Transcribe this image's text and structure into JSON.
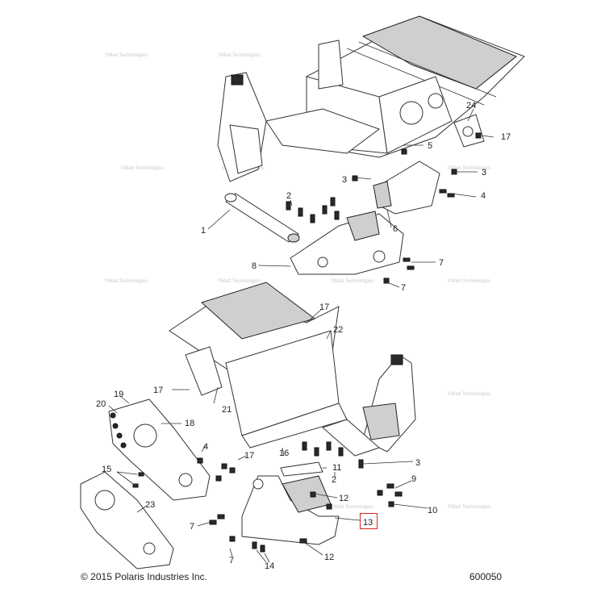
{
  "footer": {
    "copyright": "© 2015 Polaris Industries Inc.",
    "doc_number": "600050"
  },
  "watermark": "©Mart Technologies",
  "callouts": {
    "c24": "24",
    "c17a": "17",
    "c5": "5",
    "c3a": "3",
    "c3b": "3",
    "c4": "4",
    "c2a": "2",
    "c1": "1",
    "c6": "6",
    "c8": "8",
    "c7a": "7",
    "c7b": "7",
    "c17b": "17",
    "c22": "22",
    "c17c": "17",
    "c19": "19",
    "c20": "20",
    "c21": "21",
    "c18": "18",
    "c4b": "4",
    "c17d": "17",
    "c16": "16",
    "c11": "11",
    "c15": "15",
    "c3c": "3",
    "c2b": "2",
    "c9": "9",
    "c12a": "12",
    "c10": "10",
    "c23": "23",
    "c7c": "7",
    "c7d": "7",
    "c14": "14",
    "c12b": "12",
    "c13": "13"
  },
  "highlight": {
    "color": "#dd2222",
    "part": "13"
  }
}
